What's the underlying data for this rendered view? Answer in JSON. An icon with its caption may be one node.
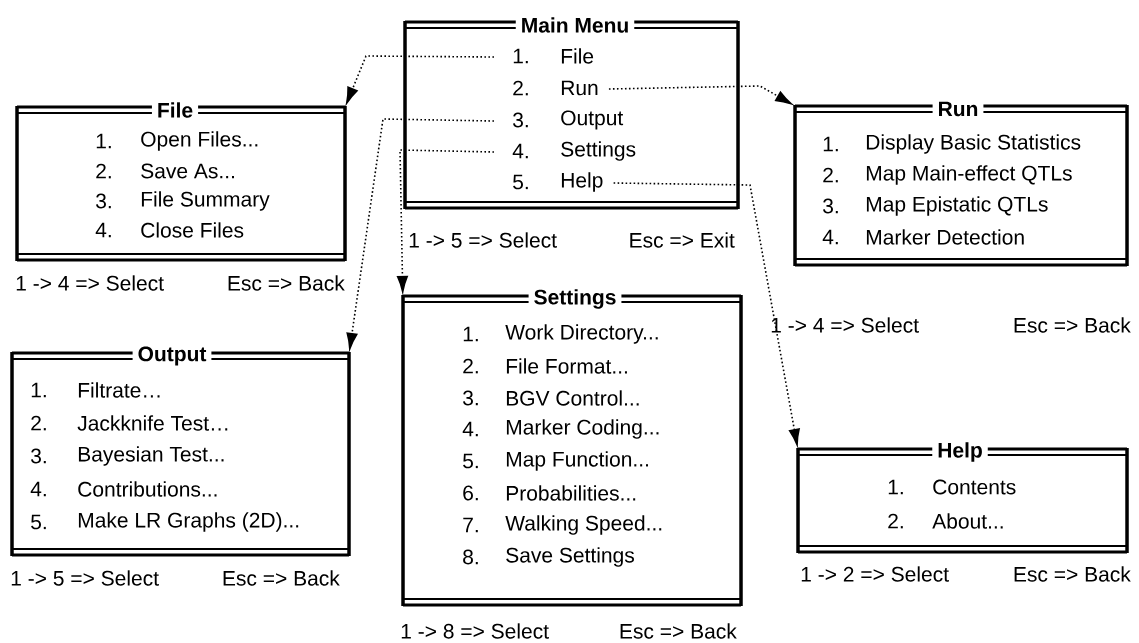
{
  "diagram": {
    "nodes": [
      {
        "text": [
          "Main Menu",
          "1.",
          "File",
          "2.",
          "Run",
          "3.",
          "Output",
          "4.",
          "Settings",
          "5.",
          "Help"
        ],
        "beside": [
          "1 -> 5 => Select",
          "Esc => Exit"
        ]
      },
      {
        "text": [
          "File",
          "1.",
          "Open Files...",
          "2.",
          "Save As...",
          "3.",
          "File Summary",
          "4.",
          "Close Files"
        ],
        "beside": [
          "1 -> 4 => Select",
          "Esc => Back"
        ]
      },
      {
        "text": [
          "Run",
          "1.",
          "Display Basic Statistics",
          "2.",
          "Map Main-effect QTLs",
          "3.",
          "Map Epistatic QTLs",
          "4.",
          "Marker Detection"
        ]
      },
      {
        "text": [
          "Output",
          "1.",
          "Filtrate…",
          "2.",
          "Jackknife Test…",
          "3.",
          "Bayesian Test...",
          "4.",
          "Contributions...",
          "5.",
          "Make LR Graphs (2D)..."
        ],
        "beside": [
          "1 -> 5 => Select",
          "Esc => Back"
        ]
      },
      {
        "text": [
          "Settings",
          "1.",
          "Work Directory...",
          "2.",
          "File Format...",
          "3.",
          "BGV Control...",
          "4.",
          "Marker Coding...",
          "5.",
          "Map Function...",
          "6.",
          "Probabilities...",
          "7.",
          "Walking Speed...",
          "8.",
          "Save Settings"
        ],
        "beside": [
          "1 -> 8 => Select",
          "Esc => Back"
        ]
      },
      {
        "text": [
          "Help",
          "1.",
          "Contents",
          "2.",
          "About..."
        ],
        "beside": [
          "1 -> 2 => Select",
          "Esc => Back"
        ]
      }
    ],
    "edges": [
      {
        "from": 0,
        "to": 1,
        "arrow": "to"
      },
      {
        "from": 0,
        "to": 2,
        "arrow": "to"
      },
      {
        "from": 0,
        "to": 3,
        "arrow": "to"
      },
      {
        "from": 0,
        "to": 4,
        "arrow": "to"
      },
      {
        "from": 0,
        "to": 5,
        "arrow": "to"
      }
    ],
    "labels": [
      "1 -> 4 => Select",
      "Esc => Back"
    ]
  }
}
